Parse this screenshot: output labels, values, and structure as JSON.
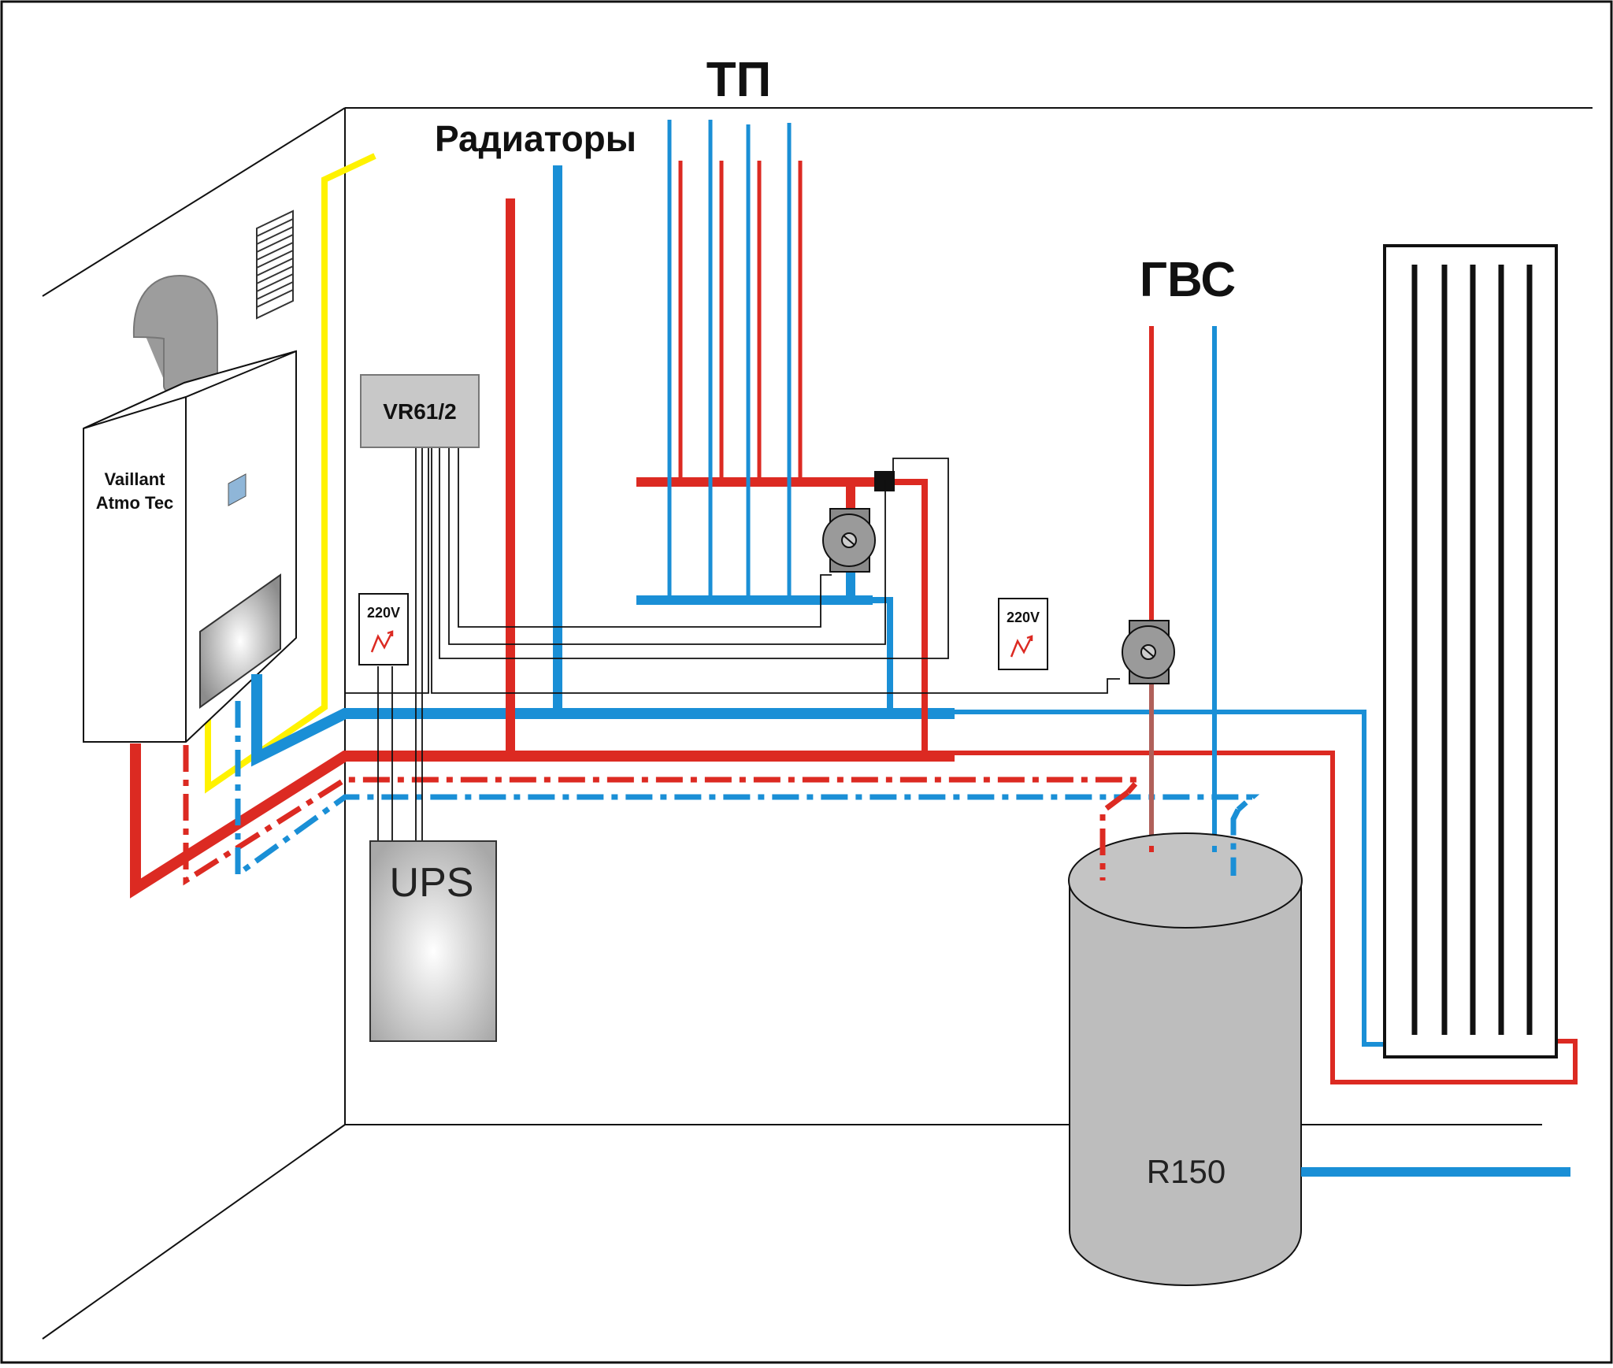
{
  "labels": {
    "radiators": "Радиаторы",
    "underfloor": "ТП",
    "hot_water": "ГВС",
    "boiler_brand": "Vaillant",
    "boiler_model": "Atmo Tec",
    "controller": "VR61/2",
    "socket_left": "220V",
    "socket_right": "220V",
    "ups": "UPS",
    "tank": "R150"
  },
  "colors": {
    "supply": "#dc2a22",
    "return": "#1a8fd6",
    "gas": "#fff200",
    "outline": "#1a1a1a",
    "device_gray": "#bdbdbd",
    "pump_gray": "#8a8a8a"
  }
}
